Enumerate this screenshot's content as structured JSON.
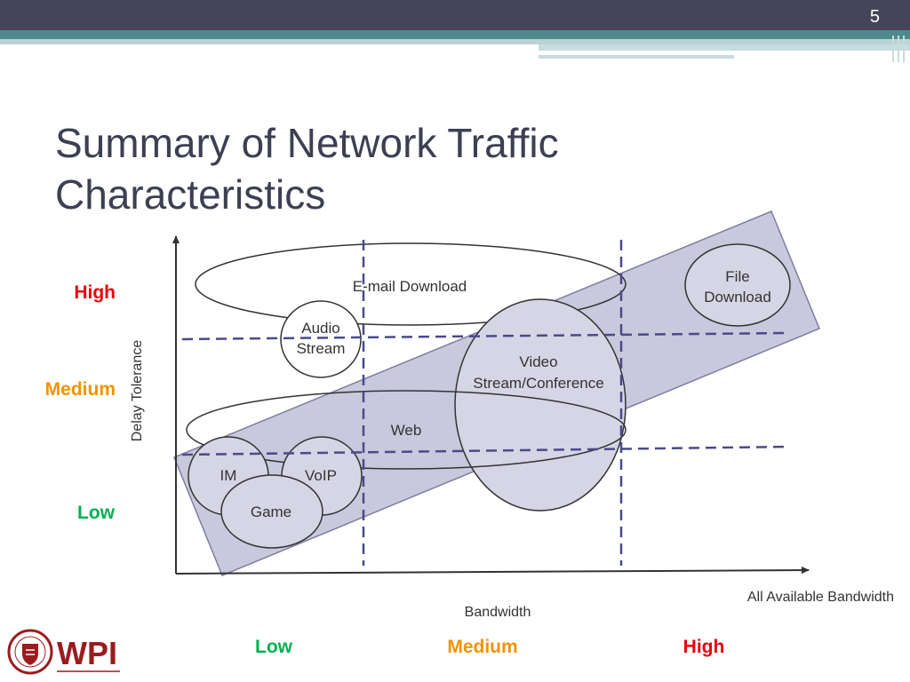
{
  "slide": {
    "number": "5",
    "title_line1": "Summary of Network Traffic",
    "title_line2": "Characteristics"
  },
  "y_levels": [
    {
      "label": "High",
      "color": "#e8000b"
    },
    {
      "label": "Medium",
      "color": "#f39200"
    },
    {
      "label": "Low",
      "color": "#00b050"
    }
  ],
  "x_levels": [
    {
      "label": "Low",
      "color": "#00b050"
    },
    {
      "label": "Medium",
      "color": "#f39200"
    },
    {
      "label": "High",
      "color": "#e8000b"
    }
  ],
  "diagram": {
    "y_axis_label": "Delay Tolerance",
    "x_axis_label": "Bandwidth",
    "x_axis_end_label": "All Available Bandwidth",
    "apps": {
      "email": "E-mail Download",
      "audio_l1": "Audio",
      "audio_l2": "Stream",
      "file_l1": "File",
      "file_l2": "Download",
      "video_l1": "Video",
      "video_l2": "Stream/Conference",
      "web": "Web",
      "im": "IM",
      "voip": "VoIP",
      "game": "Game"
    }
  },
  "logo": {
    "text": "WPI",
    "icon": "wpi-seal-icon"
  }
}
